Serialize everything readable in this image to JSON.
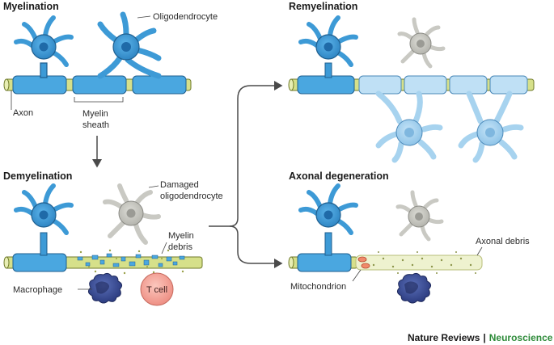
{
  "panels": {
    "myelination": "Myelination",
    "demyelination": "Demyelination",
    "remyelination": "Remyelination",
    "axonal_degeneration": "Axonal degeneration"
  },
  "labels": {
    "oligodendrocyte": "Oligodendrocyte",
    "axon": "Axon",
    "myelin_sheath_1": "Myelin",
    "myelin_sheath_2": "sheath",
    "damaged_1": "Damaged",
    "damaged_2": "oligodendrocyte",
    "myelin_debris_1": "Myelin",
    "myelin_debris_2": "debris",
    "macrophage": "Macrophage",
    "t_cell": "T cell",
    "mitochondrion": "Mitochondrion",
    "axonal_debris": "Axonal debris"
  },
  "brand": {
    "journal": "Nature Reviews",
    "separator": "|",
    "section": "Neuroscience"
  },
  "colors": {
    "oligo": "#3d9ad6",
    "oligo_light": "#a7d3ef",
    "myelin": "#4aa7e0",
    "myelin_light": "#bfe0f5",
    "axon": "#d6e08a",
    "damaged": "#c9c9c3",
    "macrophage": "#3b4f9a",
    "tcell": "#f3a69a",
    "brand_green": "#2e8b3a"
  }
}
